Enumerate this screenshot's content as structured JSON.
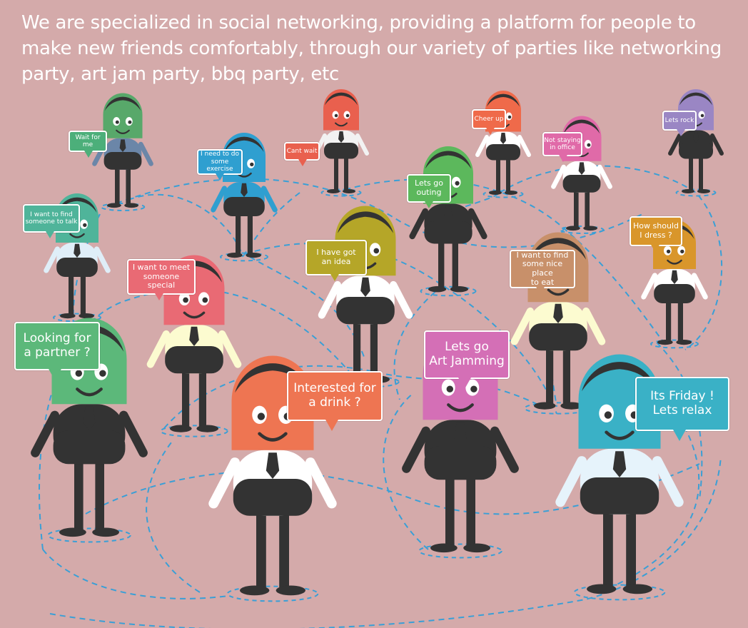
{
  "headline": "We are specialized in social networking, providing a platform for people to make new friends comfortably, through our variety of parties like networking party, art jam party, bbq party, etc",
  "colors": {
    "background": "#d4aaaa",
    "network_lines": "#3a9fd6",
    "dark": "#333333"
  },
  "bubbles": [
    {
      "id": "wait-for-me",
      "text": "Wait for\nme",
      "color": "#4caf7a"
    },
    {
      "id": "need-exercise",
      "text": "I need to do\nsome exercise",
      "color": "#2f9fd0"
    },
    {
      "id": "cant-wait",
      "text": "Cant wait",
      "color": "#e9604e"
    },
    {
      "id": "cheer-up",
      "text": "Cheer up",
      "color": "#ef6a4a"
    },
    {
      "id": "not-staying",
      "text": "Not staying\nin office",
      "color": "#e06aa8"
    },
    {
      "id": "lets-rock",
      "text": "Lets rock",
      "color": "#9a86c4"
    },
    {
      "id": "find-someone",
      "text": "I want to find\nsomeone  to talk",
      "color": "#4fb49a"
    },
    {
      "id": "lets-go-outing",
      "text": "Lets go\nouting",
      "color": "#5cb85c"
    },
    {
      "id": "how-dress",
      "text": "How should\nI dress ?",
      "color": "#d9962b"
    },
    {
      "id": "meet-special",
      "text": "I want to meet\nsomeone special",
      "color": "#e96a74"
    },
    {
      "id": "got-idea",
      "text": "I have got\nan idea",
      "color": "#b5a628"
    },
    {
      "id": "find-eat",
      "text": "I want to find\nsome nice place\nto eat",
      "color": "#c8906a"
    },
    {
      "id": "looking-partner",
      "text": "Looking for\na partner ?",
      "color": "#5cb87a"
    },
    {
      "id": "art-jamming",
      "text": "Lets go\nArt Jamming",
      "color": "#d46fb6"
    },
    {
      "id": "drink",
      "text": "Interested for\na drink ?",
      "color": "#ee7552"
    },
    {
      "id": "friday",
      "text": "Its Friday !\nLets relax",
      "color": "#3ab1c6"
    }
  ],
  "characters": [
    {
      "id": "green-small",
      "face": "#58a86a",
      "body": "#6b86a8"
    },
    {
      "id": "blue-girl",
      "face": "#2f9fd0",
      "body": "#2f9fd0"
    },
    {
      "id": "red-small",
      "face": "#e9604e",
      "body": "#f2f2f2"
    },
    {
      "id": "orange-small",
      "face": "#ef6a4a",
      "body": "#ffffff"
    },
    {
      "id": "pink-small",
      "face": "#e06aa8",
      "body": "#ffffff"
    },
    {
      "id": "purple-small",
      "face": "#9a86c4",
      "body": "#333333"
    },
    {
      "id": "teal-crying",
      "face": "#4fb49a",
      "body": "#dfeef8"
    },
    {
      "id": "green-waving",
      "face": "#5cb85c",
      "body": "#333333"
    },
    {
      "id": "yellow-girl",
      "face": "#d9962b",
      "body": "#ffffff"
    },
    {
      "id": "pink-bowtie",
      "face": "#e96a74",
      "body": "#fcfbd0"
    },
    {
      "id": "olive-glasses",
      "face": "#b5a628",
      "body": "#ffffff"
    },
    {
      "id": "tan-laughing",
      "face": "#c8906a",
      "body": "#fcfbd0"
    },
    {
      "id": "green-sunglasses",
      "face": "#5cb87a",
      "body": "#333333"
    },
    {
      "id": "pink-woman",
      "face": "#d46fb6",
      "body": "#333333"
    },
    {
      "id": "orange-man",
      "face": "#ee7552",
      "body": "#ffffff"
    },
    {
      "id": "blue-winking",
      "face": "#3ab1c6",
      "body": "#e6f3fb"
    }
  ]
}
